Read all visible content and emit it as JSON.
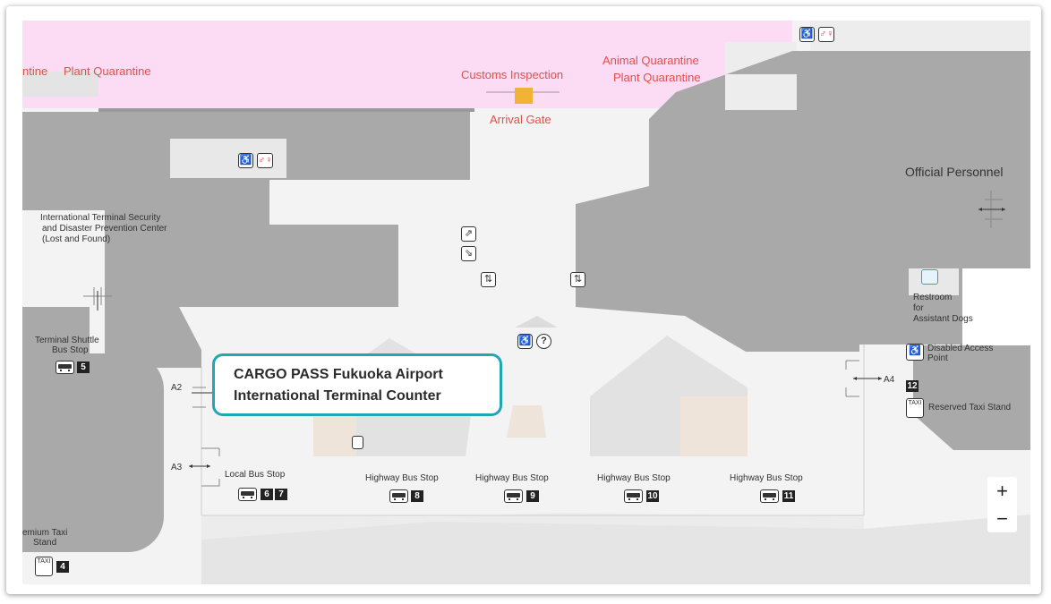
{
  "map": {
    "labels": {
      "plant_quarantine_left_partial": "ntine",
      "plant_quarantine_left": "Plant Quarantine",
      "customs_inspection": "Customs Inspection",
      "animal_quarantine": "Animal Quarantine",
      "plant_quarantine_right": "Plant Quarantine",
      "arrival_gate": "Arrival Gate",
      "official_personnel": "Official Personnel",
      "security_center_1": "International Terminal Security",
      "security_center_2": "and Disaster Prevention Center",
      "security_center_3": "(Lost and Found)",
      "terminal_shuttle_1": "Terminal Shuttle",
      "terminal_shuttle_2": "Bus Stop",
      "restroom_dogs_1": "Restroom",
      "restroom_dogs_2": "for",
      "restroom_dogs_3": "Assistant Dogs",
      "disabled_access_1": "Disabled Access",
      "disabled_access_2": "Point",
      "reserved_taxi": "Reserved Taxi Stand",
      "premium_taxi_1": "emium Taxi",
      "premium_taxi_2": "Stand",
      "local_bus_stop": "Local Bus Stop",
      "highway_bus_stop_8": "Highway Bus Stop",
      "highway_bus_stop_9": "Highway Bus Stop",
      "highway_bus_stop_10": "Highway Bus Stop",
      "highway_bus_stop_11": "Highway Bus Stop",
      "exit_a2": "A2",
      "exit_a3": "A3",
      "exit_a4": "A4"
    },
    "numbers": {
      "stop_5": "5",
      "stop_6": "6",
      "stop_7": "7",
      "stop_8": "8",
      "stop_9": "9",
      "stop_10": "10",
      "stop_11": "11",
      "stop_12": "12",
      "stop_4": "4"
    },
    "icon_text": {
      "taxi": "TAXI",
      "info": "?"
    },
    "callout": {
      "line1": "CARGO PASS Fukuoka Airport",
      "line2": "International Terminal Counter"
    },
    "zoom": {
      "in": "+",
      "out": "−"
    },
    "colors": {
      "quarantine_zone": "#fcdcf4",
      "building": "#a9a9a9",
      "walkway": "#ffffff",
      "callout_border": "#1fa7b4",
      "red_label": "#e0504a"
    }
  }
}
